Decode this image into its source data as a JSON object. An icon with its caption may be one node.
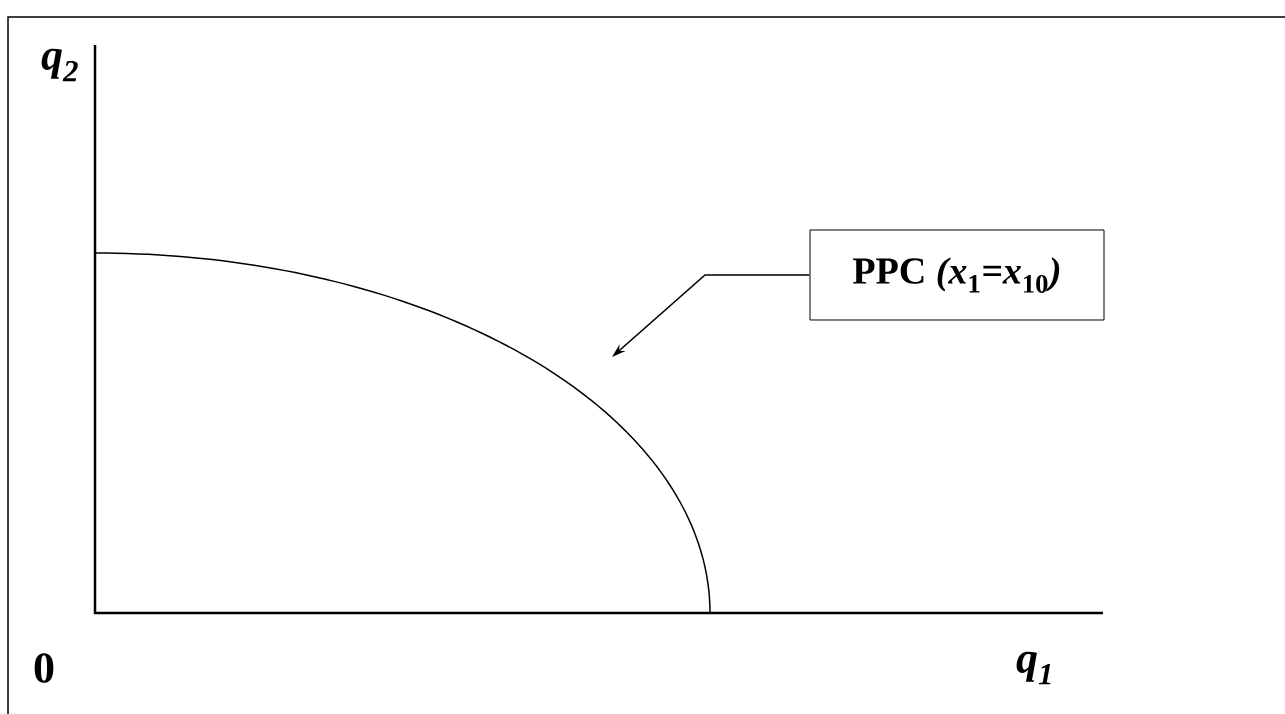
{
  "diagram": {
    "nodes": [
      {
        "text": [
          "PPC *(x*$_{1}$*=x*$_{10}$*)*"
        ]
      },
      {
        "text": [],
        "shape": "curve"
      }
    ],
    "edges": [
      {
        "from": 0,
        "to": 1,
        "arrow": "to"
      }
    ],
    "labels": [
      "q$_{2}$",
      "0",
      "q$_{1}$"
    ]
  }
}
